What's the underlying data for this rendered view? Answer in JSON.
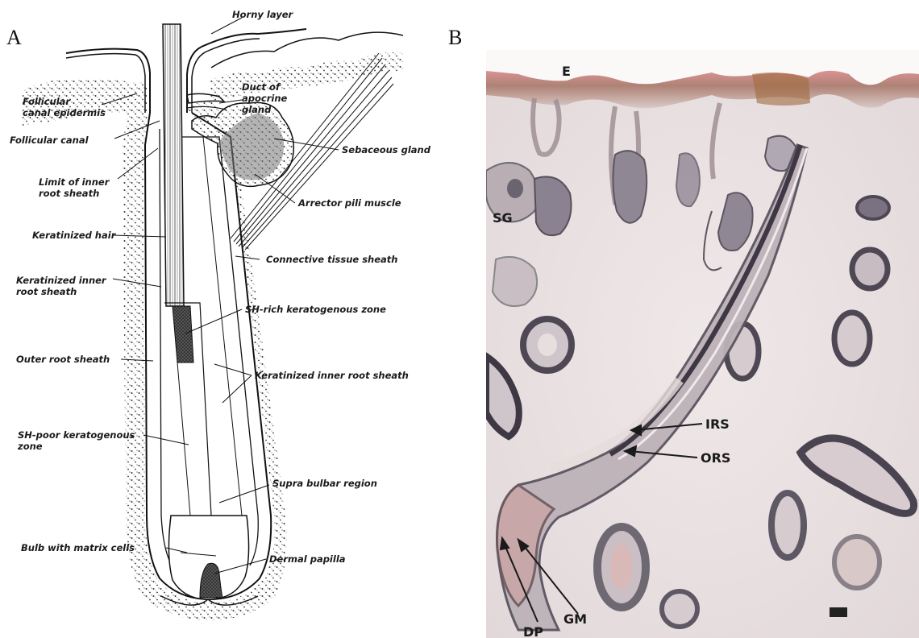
{
  "panels": {
    "a": "A",
    "b": "B"
  },
  "diagram_a": {
    "horny_layer": "Horny layer",
    "follicular_canal_epidermis": [
      "Follicular",
      "canal epidermis"
    ],
    "follicular_canal": "Follicular canal",
    "limit_inner_root_sheath": [
      "Limit of inner",
      "root sheath"
    ],
    "keratinized_hair": "Keratinized hair",
    "keratinized_inner_root_sheath_left": [
      "Keratinized inner",
      "root sheath"
    ],
    "outer_root_sheath": "Outer root sheath",
    "sh_poor_zone": [
      "SH-poor keratogenous",
      "zone"
    ],
    "bulb_matrix": "Bulb with matrix cells",
    "duct_apocrine": [
      "Duct of",
      "apocrine",
      "gland"
    ],
    "sebaceous_gland": "Sebaceous gland",
    "arrector_pili": "Arrector pili muscle",
    "connective_tissue": "Connective tissue sheath",
    "sh_rich_zone": "SH-rich keratogenous zone",
    "keratinized_inner_root_sheath_right": "Keratinized inner root sheath",
    "supra_bulbar": "Supra bulbar region",
    "dermal_papilla": "Dermal papilla"
  },
  "micrograph_b": {
    "E": "E",
    "SG": "SG",
    "IRS": "IRS",
    "ORS": "ORS",
    "GM": "GM",
    "DP": "DP"
  }
}
